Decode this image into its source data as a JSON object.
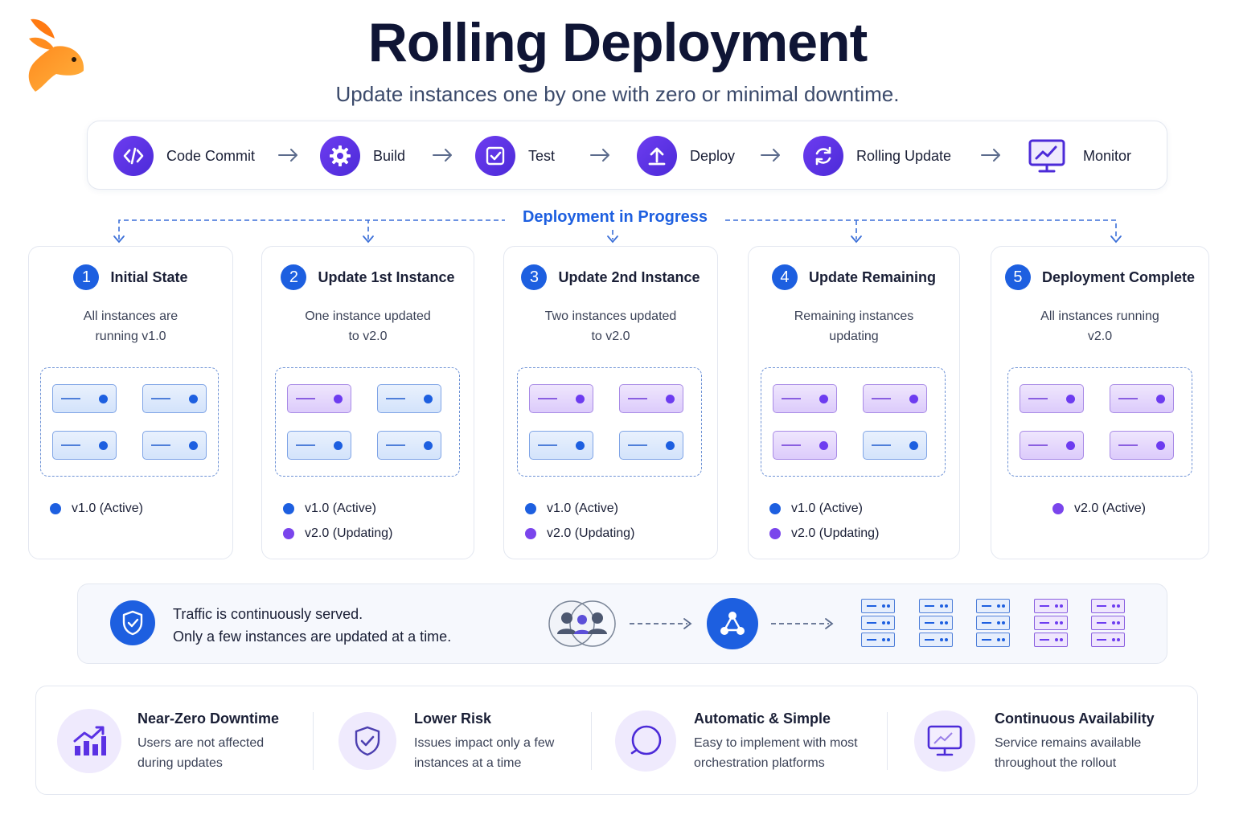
{
  "header": {
    "title": "Rolling Deployment",
    "subtitle": "Update instances one by one with zero or minimal downtime."
  },
  "colors": {
    "v1": "#1d5fe0",
    "v2": "#6d3cf0",
    "accent": "#1d5fe0"
  },
  "pipeline": [
    {
      "label": "Code Commit",
      "icon": "code-icon"
    },
    {
      "label": "Build",
      "icon": "gear-icon"
    },
    {
      "label": "Test",
      "icon": "checkbox-icon"
    },
    {
      "label": "Deploy",
      "icon": "upload-icon"
    },
    {
      "label": "Rolling Update",
      "icon": "refresh-icon"
    },
    {
      "label": "Monitor",
      "icon": "monitor-chart-icon"
    }
  ],
  "progress_label": "Deployment in Progress",
  "stages": [
    {
      "number": "1",
      "title": "Initial State",
      "desc_line1": "All instances are",
      "desc_line2": "running v1.0",
      "servers": [
        "v1",
        "v1",
        "v1",
        "v1"
      ],
      "legend": [
        "v1.0 (Active)"
      ]
    },
    {
      "number": "2",
      "title": "Update 1st Instance",
      "desc_line1": "One instance updated",
      "desc_line2": "to v2.0",
      "servers": [
        "v2",
        "v1",
        "v1",
        "v1"
      ],
      "legend": [
        "v1.0 (Active)",
        "v2.0 (Updating)"
      ]
    },
    {
      "number": "3",
      "title": "Update 2nd Instance",
      "desc_line1": "Two instances updated",
      "desc_line2": "to v2.0",
      "servers": [
        "v2",
        "v2",
        "v1",
        "v1"
      ],
      "legend": [
        "v1.0 (Active)",
        "v2.0 (Updating)"
      ]
    },
    {
      "number": "4",
      "title": "Update Remaining",
      "desc_line1": "Remaining instances",
      "desc_line2": "updating",
      "servers": [
        "v2",
        "v2",
        "v2",
        "v1"
      ],
      "legend": [
        "v1.0 (Active)",
        "v2.0 (Updating)"
      ]
    },
    {
      "number": "5",
      "title": "Deployment Complete",
      "desc_line1": "All instances running",
      "desc_line2": "v2.0",
      "servers": [
        "v2",
        "v2",
        "v2",
        "v2"
      ],
      "legend": [
        "v2.0 (Active)"
      ]
    }
  ],
  "traffic": {
    "line1": "Traffic is continuously served.",
    "line2": "Only a few instances are updated at a time.",
    "racks": [
      "v1",
      "v1",
      "v1",
      "v2",
      "v2"
    ]
  },
  "benefits": [
    {
      "title": "Near-Zero Downtime",
      "desc_line1": "Users are not affected",
      "desc_line2": "during updates",
      "icon": "growth-chart-icon"
    },
    {
      "title": "Lower Risk",
      "desc_line1": "Issues impact only a few",
      "desc_line2": "instances at a time",
      "icon": "shield-check-icon"
    },
    {
      "title": "Automatic & Simple",
      "desc_line1": "Easy to implement with most",
      "desc_line2": "orchestration platforms",
      "icon": "circular-arrow-icon"
    },
    {
      "title": "Continuous Availability",
      "desc_line1": "Service remains available",
      "desc_line2": "throughout the rollout",
      "icon": "monitor-icon"
    }
  ]
}
